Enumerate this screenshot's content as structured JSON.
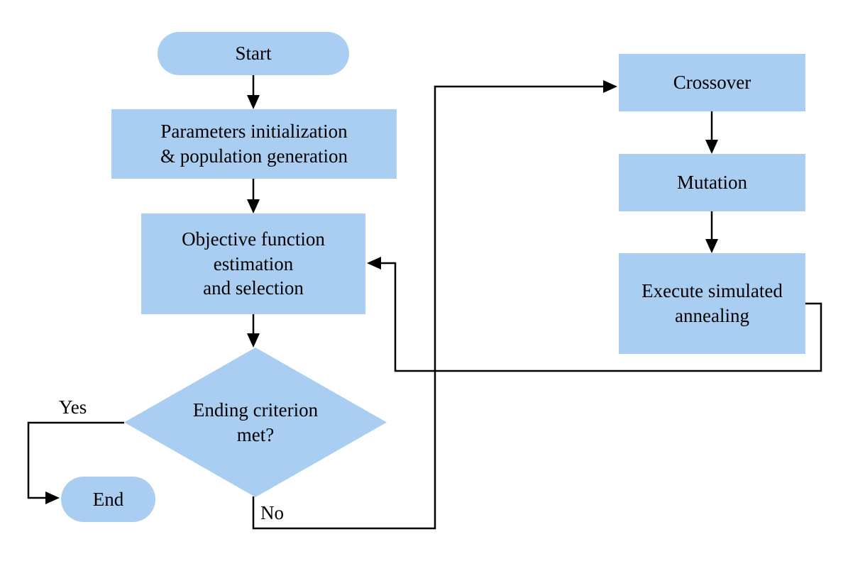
{
  "diagram": {
    "colors": {
      "node_fill": "#A9CEF2",
      "line": "#000000",
      "text": "#000000",
      "background": "#FFFFFF"
    },
    "nodes": {
      "start": {
        "label": "Start",
        "shape": "stadium"
      },
      "params": {
        "label": "Parameters initialization\n& population generation",
        "shape": "rect"
      },
      "objective": {
        "label": "Objective function\nestimation\nand selection",
        "shape": "rect"
      },
      "decision": {
        "label": "Ending criterion\nmet?",
        "shape": "diamond"
      },
      "end": {
        "label": "End",
        "shape": "stadium"
      },
      "crossover": {
        "label": "Crossover",
        "shape": "rect"
      },
      "mutation": {
        "label": "Mutation",
        "shape": "rect"
      },
      "annealing": {
        "label": "Execute simulated\nannealing",
        "shape": "rect"
      }
    },
    "edge_labels": {
      "yes": "Yes",
      "no": "No"
    }
  }
}
